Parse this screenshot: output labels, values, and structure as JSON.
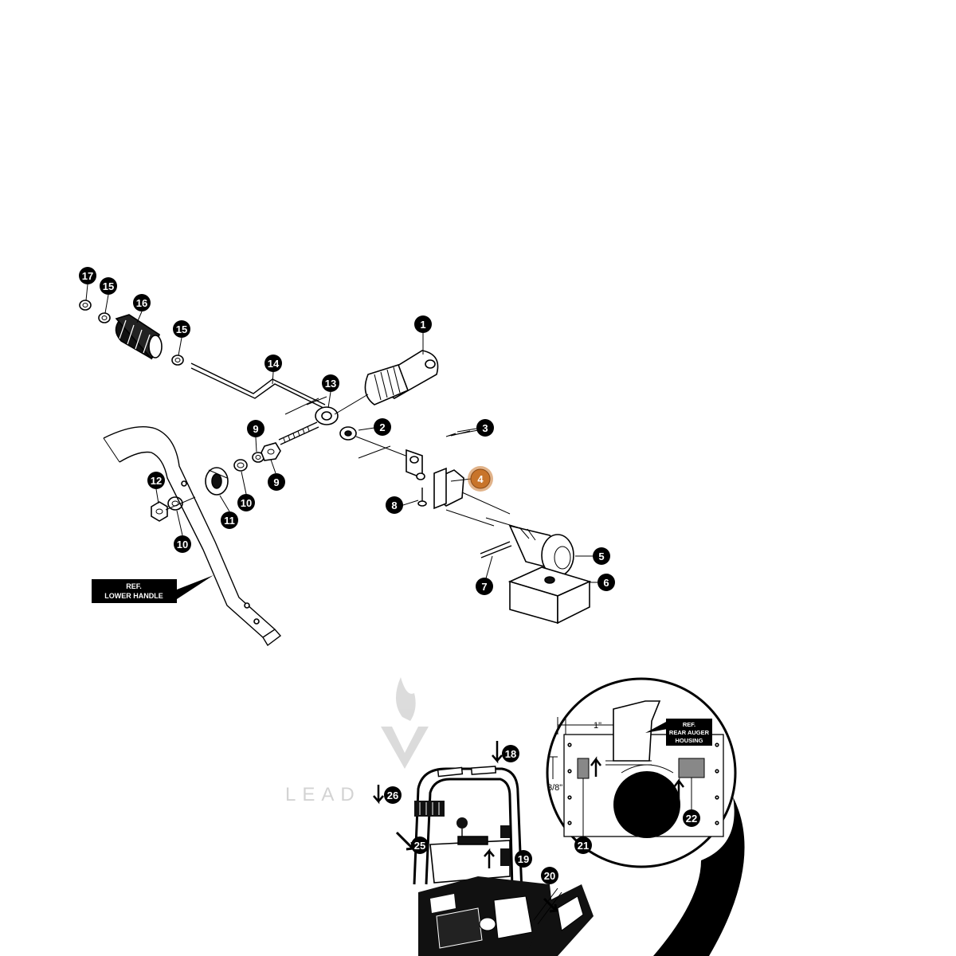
{
  "diagram": {
    "callouts_top": [
      {
        "num": "1"
      },
      {
        "num": "2"
      },
      {
        "num": "3"
      },
      {
        "num": "4",
        "selected": true
      },
      {
        "num": "5"
      },
      {
        "num": "6"
      },
      {
        "num": "7"
      },
      {
        "num": "8"
      },
      {
        "num": "9"
      },
      {
        "num": "9"
      },
      {
        "num": "10"
      },
      {
        "num": "10"
      },
      {
        "num": "11"
      },
      {
        "num": "12"
      },
      {
        "num": "13"
      },
      {
        "num": "14"
      },
      {
        "num": "15"
      },
      {
        "num": "15"
      },
      {
        "num": "16"
      },
      {
        "num": "17"
      }
    ],
    "callouts_bottom": [
      {
        "num": "18"
      },
      {
        "num": "19"
      },
      {
        "num": "20"
      },
      {
        "num": "21"
      },
      {
        "num": "22"
      },
      {
        "num": "25"
      },
      {
        "num": "26"
      }
    ],
    "ref_lower_handle": {
      "line1": "REF.",
      "line2": "LOWER HANDLE"
    },
    "ref_rear_auger": {
      "line1": "REF.",
      "line2": "REAR AUGER",
      "line3": "HOUSING"
    },
    "dimension_1": "1\"",
    "dimension_2": "3/8\"",
    "watermark": "LEAD",
    "colors": {
      "selected_callout": "#c8742a",
      "ink": "#000000",
      "background": "#ffffff"
    }
  }
}
